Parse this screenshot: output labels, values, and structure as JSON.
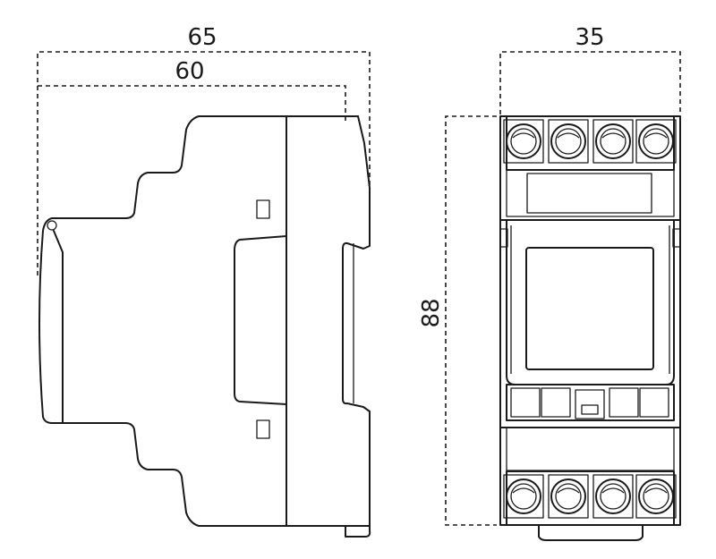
{
  "dimensions": {
    "side_total_width": "65",
    "side_inner_width": "60",
    "front_width": "35",
    "front_height": "88"
  },
  "colors": {
    "line": "#1a1a1a",
    "background": "#ffffff"
  }
}
